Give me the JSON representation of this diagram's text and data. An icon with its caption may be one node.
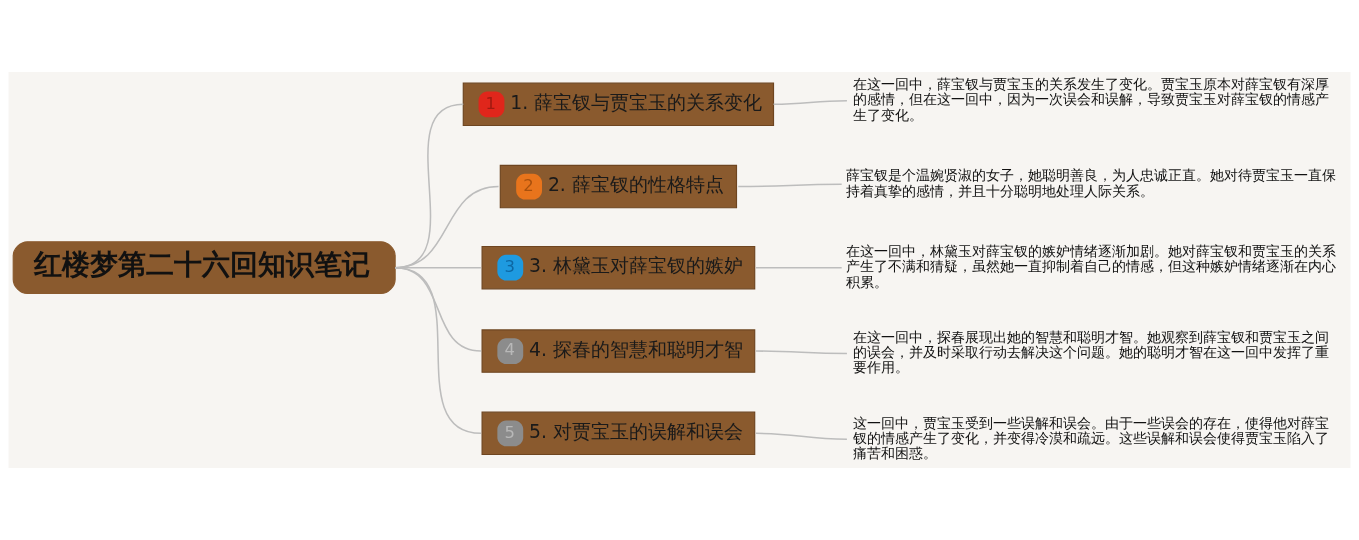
{
  "diagram": {
    "nodes": [
      {
        "text": [
          "红楼梦第二十六回知识笔记"
        ]
      },
      {
        "text": [
          "1",
          "1. 薛宝钗与贾宝玉的关系变化"
        ]
      },
      {
        "text": [
          "在这一回中，薛宝钗与贾宝玉的关系发生了变化。贾宝玉原本对薛宝钗有深厚的感情，但在这一回中，因为一次误会和误解，导致贾宝玉对薛宝钗的情感产生了变化。"
        ]
      },
      {
        "text": [
          "2",
          "2. 薛宝钗的性格特点"
        ]
      },
      {
        "text": [
          "薛宝钗是个温婉贤淑的女子，她聪明善良，为人忠诚正直。她对待贾宝玉一直保持着真挚的感情，并且十分聪明地处理人际关系。"
        ]
      },
      {
        "text": [
          "3",
          "3. 林黛玉对薛宝钗的嫉妒"
        ]
      },
      {
        "text": [
          "在这一回中，林黛玉对薛宝钗的嫉妒情绪逐渐加剧。她对薛宝钗和贾宝玉的关系产生了不满和猜疑，虽然她一直抑制着自己的情感，但这种嫉妒情绪逐渐在内心积累。"
        ]
      },
      {
        "text": [
          "4",
          "4. 探春的智慧和聪明才智"
        ]
      },
      {
        "text": [
          "在这一回中，探春展现出她的智慧和聪明才智。她观察到薛宝钗和贾宝玉之间的误会，并及时采取行动去解决这个问题。她的聪明才智在这一回中发挥了重要作用。"
        ]
      },
      {
        "text": [
          "5",
          "5. 对贾宝玉的误解和误会"
        ]
      },
      {
        "text": [
          "这一回中，贾宝玉受到一些误解和误会。由于一些误会的存在，使得他对薛宝钗的情感产生了变化，并变得冷漠和疏远。这些误解和误会使得贾宝玉陷入了痛苦和困惑。"
        ]
      }
    ],
    "edges": [
      {
        "from": 0,
        "to": 1,
        "arrow": "none"
      },
      {
        "from": 0,
        "to": 3,
        "arrow": "none"
      },
      {
        "from": 0,
        "to": 5,
        "arrow": "none"
      },
      {
        "from": 0,
        "to": 7,
        "arrow": "none"
      },
      {
        "from": 0,
        "to": 9,
        "arrow": "none"
      },
      {
        "from": 1,
        "to": 2,
        "arrow": "none"
      },
      {
        "from": 3,
        "to": 4,
        "arrow": "none"
      },
      {
        "from": 5,
        "to": 6,
        "arrow": "none"
      },
      {
        "from": 7,
        "to": 8,
        "arrow": "none"
      },
      {
        "from": 9,
        "to": 10,
        "arrow": "none"
      }
    ]
  }
}
